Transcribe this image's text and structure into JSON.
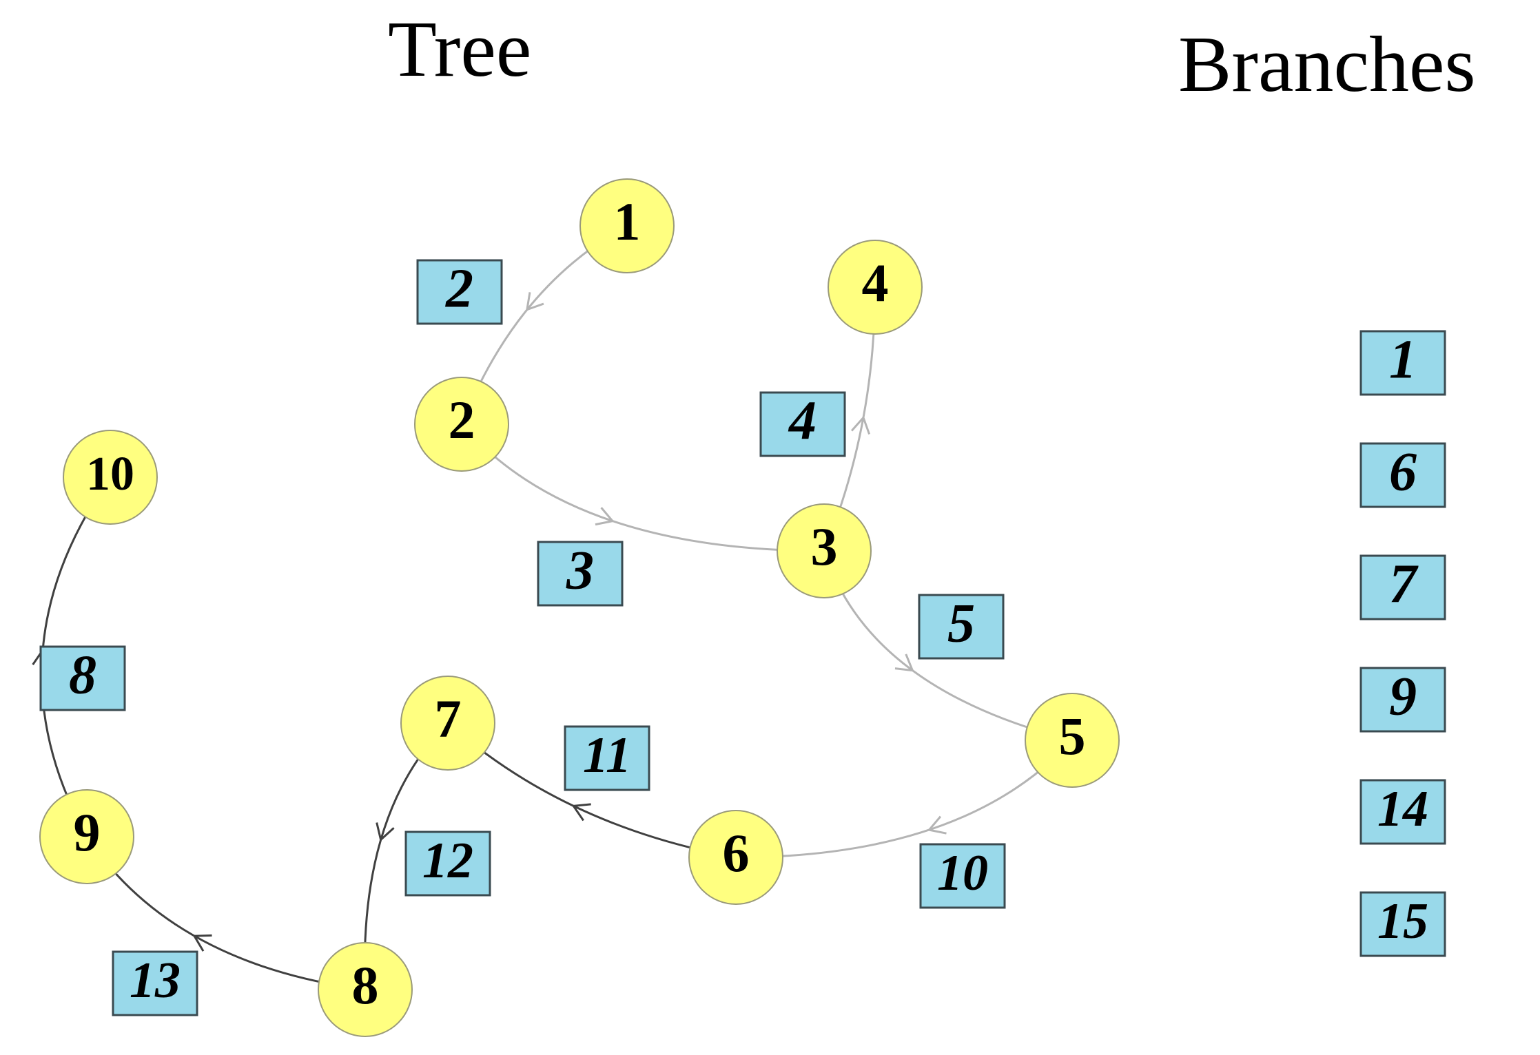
{
  "titles": {
    "tree": "Tree",
    "branches": "Branches"
  },
  "colors": {
    "node_fill": "#ffff80",
    "node_stroke": "#9a9a7a",
    "edge_label_fill": "#99d9ea",
    "edge_label_stroke": "#3a4a50",
    "edge_gray": "#b4b4b4",
    "edge_dark": "#404040"
  },
  "nodes": [
    {
      "id": "1",
      "label": "1"
    },
    {
      "id": "2",
      "label": "2"
    },
    {
      "id": "3",
      "label": "3"
    },
    {
      "id": "4",
      "label": "4"
    },
    {
      "id": "5",
      "label": "5"
    },
    {
      "id": "6",
      "label": "6"
    },
    {
      "id": "7",
      "label": "7"
    },
    {
      "id": "8",
      "label": "8"
    },
    {
      "id": "9",
      "label": "9"
    },
    {
      "id": "10",
      "label": "10"
    }
  ],
  "edges": [
    {
      "from": "1",
      "to": "2",
      "label": "2",
      "tone": "gray"
    },
    {
      "from": "2",
      "to": "3",
      "label": "3",
      "tone": "gray"
    },
    {
      "from": "3",
      "to": "4",
      "label": "4",
      "tone": "gray"
    },
    {
      "from": "3",
      "to": "5",
      "label": "5",
      "tone": "gray"
    },
    {
      "from": "5",
      "to": "6",
      "label": "10",
      "tone": "gray"
    },
    {
      "from": "6",
      "to": "7",
      "label": "11",
      "tone": "dark"
    },
    {
      "from": "7",
      "to": "8",
      "label": "12",
      "tone": "dark"
    },
    {
      "from": "8",
      "to": "9",
      "label": "13",
      "tone": "dark"
    },
    {
      "from": "9",
      "to": "10",
      "label": "8",
      "tone": "dark"
    }
  ],
  "branches": [
    "1",
    "6",
    "7",
    "9",
    "14",
    "15"
  ]
}
